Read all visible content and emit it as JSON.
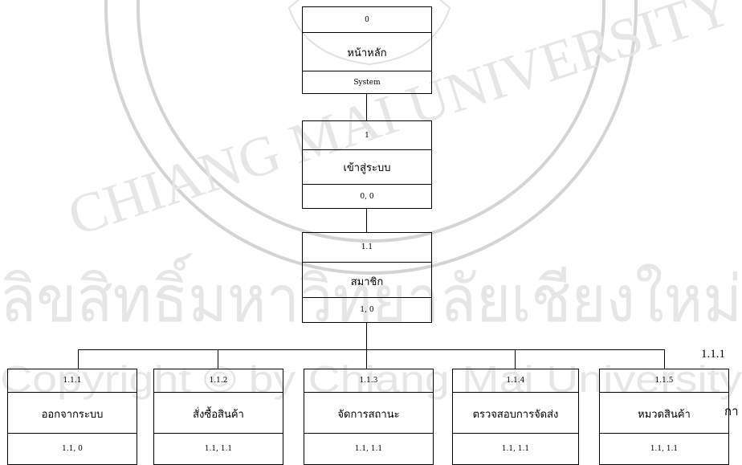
{
  "nodes": [
    {
      "id": "0",
      "name": "หน้าหลัก",
      "parent": "System"
    },
    {
      "id": "1",
      "name": "เข้าสู่ระบบ",
      "parent": "0, 0"
    },
    {
      "id": "1.1",
      "name": "สมาชิก",
      "parent": "1, 0"
    },
    {
      "id": "1.1.1",
      "name": "ออกจากระบบ",
      "parent": "1.1, 0"
    },
    {
      "id": "1.1.2",
      "name": "สั่งซื้อสินค้า",
      "parent": "1.1, 1.1"
    },
    {
      "id": "1.1.3",
      "name": "จัดการสถานะ",
      "parent": "1.1, 1.1"
    },
    {
      "id": "1.1.4",
      "name": "ตรวจสอบการจัดส่ง",
      "parent": "1.1, 1.1"
    },
    {
      "id": "1.1.5",
      "name": "หมวดสินค้า",
      "parent": "1.1, 1.1"
    }
  ],
  "side_labels": {
    "top": "1.1.1",
    "bottom": "กา"
  },
  "watermark": {
    "text_top": "CHIANG MAI UNIVERSITY",
    "text_band": "ลิขสิทธิ์มหาวิทยาลัยเชียงใหม่",
    "text_copyright": "Copyright © by Chiang Mai University"
  }
}
